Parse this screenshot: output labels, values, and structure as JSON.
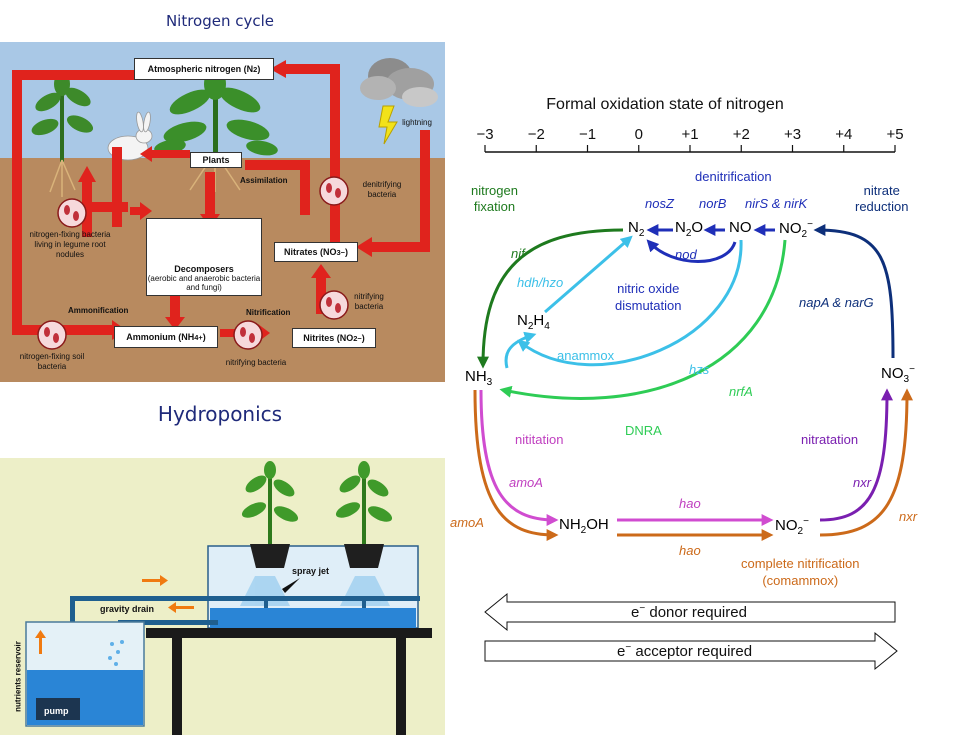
{
  "nitrogen_cycle": {
    "title": "Nitrogen cycle",
    "atmospheric": "Atmospheric nitrogen (N",
    "atmospheric_sub": "2",
    "atmospheric_end": ")",
    "lightning": "lightning",
    "plants": "Plants",
    "assimilation": "Assimilation",
    "denitrifying": "denitrifying bacteria",
    "nitrogen_fixing_legume": "nitrogen-fixing bacteria living in legume root nodules",
    "decomposers": "Decomposers",
    "decomposers_sub": "(aerobic and anaerobic bacteria and fungi)",
    "nitrates": "Nitrates (NO",
    "nitrates_sub": "3",
    "nitrates_sup": "−",
    "nitrates_end": ")",
    "nitrifying_top": "nitrifying bacteria",
    "ammonification": "Ammonification",
    "nitrification": "Nitrification",
    "ammonium": "Ammonium (NH",
    "ammonium_sub": "4",
    "ammonium_sup": "+",
    "ammonium_end": ")",
    "nitrites": "Nitrites (NO",
    "nitrites_sub": "2",
    "nitrites_sup": "−",
    "nitrites_end": ")",
    "soil_bacteria": "nitrogen-fixing soil bacteria",
    "nitrifying_bottom": "nitrifying bacteria"
  },
  "hydroponics": {
    "title": "Hydroponics",
    "spray_jet": "spray jet",
    "gravity_drain": "gravity drain",
    "reservoir": "nutrients reservoir",
    "pump": "pump"
  },
  "oxidation": {
    "title": "Formal oxidation state of nitrogen",
    "ticks": [
      "−3",
      "−2",
      "−1",
      "0",
      "+1",
      "+2",
      "+3",
      "+4",
      "+5"
    ],
    "colors": {
      "fixation": "#1e7a1e",
      "denit": "#1f2fb8",
      "anammox": "#3cc0e8",
      "dnra": "#2ecc55",
      "nitrate_red": "#0d2f7a",
      "nitrit": "#c040c0",
      "nitrat": "#7a1fb0",
      "comammox": "#cc6a1a"
    },
    "species": {
      "n2": "N",
      "n2_sub": "2",
      "n2o": "N",
      "n2o_sub": "2",
      "n2o_end": "O",
      "no": "NO",
      "no2_top": "NO",
      "no2_top_sub": "2",
      "no2_top_sup": "−",
      "n2h4": "N",
      "n2h4_sub": "2",
      "n2h4_mid": "H",
      "n2h4_sub2": "4",
      "nh3": "NH",
      "nh3_sub": "3",
      "no3": "NO",
      "no3_sub": "3",
      "no3_sup": "−",
      "nh2oh": "NH",
      "nh2oh_sub": "2",
      "nh2oh_end": "OH",
      "no2_bot": "NO",
      "no2_bot_sub": "2",
      "no2_bot_sup": "−"
    },
    "labels": {
      "nitrogen_fixation_1": "nitrogen",
      "nitrogen_fixation_2": "fixation",
      "denitrification": "denitrification",
      "nitrate_reduction_1": "nitrate",
      "nitrate_reduction_2": "reduction",
      "nosZ": "nosZ",
      "norB": "norB",
      "nirS": "nirS & nirK",
      "nif": "nif",
      "nod": "nod",
      "hdh": "hdh/hzo",
      "no_dismutation_1": "nitric oxide",
      "no_dismutation_2": "dismutation",
      "napA": "napA & narG",
      "anammox": "anammox",
      "hzs": "hzs",
      "nrfA": "nrfA",
      "dnra": "DNRA",
      "nititation": "nititation",
      "nitratation": "nitratation",
      "amoA_pink": "amoA",
      "amoA_orange": "amoA",
      "nxr_purple": "nxr",
      "nxr_orange": "nxr",
      "hao_top": "hao",
      "hao_bottom": "hao",
      "comammox_1": "complete nitrification",
      "comammox_2": "(comammox)",
      "donor_1": "e",
      "donor_sup": "−",
      "donor_2": " donor required",
      "acceptor_1": "e",
      "acceptor_sup": "−",
      "acceptor_2": " acceptor required"
    }
  }
}
